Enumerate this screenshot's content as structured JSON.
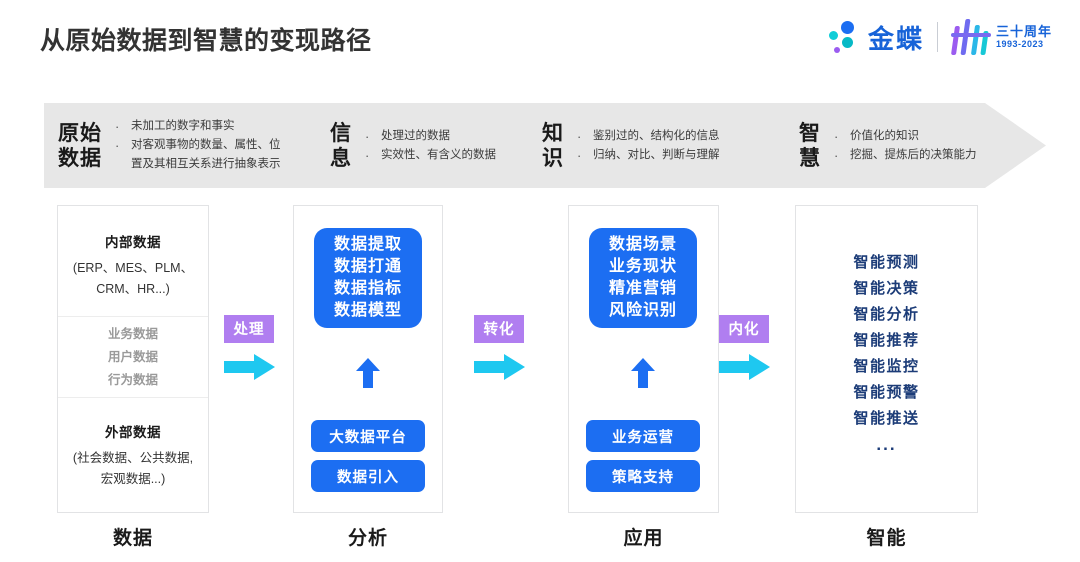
{
  "header": {
    "title": "从原始数据到智慧的变现路径",
    "brand_name": "金蝶",
    "anniversary_cn": "三十周年",
    "anniversary_years": "1993-2023",
    "accent_blue": "#1c6ef2",
    "accent_purple": "#b07ef0",
    "accent_cyan": "#1ec8f0"
  },
  "band": {
    "background": "#e7e7e7",
    "cells": [
      {
        "key": "原始\n数据",
        "bullets": [
          "未加工的数字和事实",
          "对客观事物的数量、属性、位\n置及其相互关系进行抽象表示"
        ]
      },
      {
        "key": "信\n息",
        "bullets": [
          "处理过的数据",
          "实效性、有含义的数据"
        ]
      },
      {
        "key": "知\n识",
        "bullets": [
          "鉴别过的、结构化的信息",
          "归纳、对比、判断与理解"
        ]
      },
      {
        "key": "智\n慧",
        "bullets": [
          "价值化的知识",
          "挖掘、提炼后的决策能力"
        ]
      }
    ],
    "bullet_glyph": "·"
  },
  "columns": {
    "data": {
      "label": "数据",
      "internal_title": "内部数据",
      "internal_sub": "(ERP、MES、PLM、\nCRM、HR...)",
      "middle_items": [
        "业务数据",
        "用户数据",
        "行为数据"
      ],
      "external_title": "外部数据",
      "external_sub": "(社会数据、公共数据,\n宏观数据...)"
    },
    "analysis": {
      "label": "分析",
      "card_lines": [
        "数据提取",
        "数据打通",
        "数据指标",
        "数据模型"
      ],
      "pills": [
        "大数据平台",
        "数据引入"
      ]
    },
    "application": {
      "label": "应用",
      "card_lines": [
        "数据场景",
        "业务现状",
        "精准营销",
        "风险识别"
      ],
      "pills": [
        "业务运营",
        "策略支持"
      ]
    },
    "intelligence": {
      "label": "智能",
      "items": [
        "智能预测",
        "智能决策",
        "智能分析",
        "智能推荐",
        "智能监控",
        "智能预警",
        "智能推送"
      ],
      "ellipsis": "..."
    }
  },
  "connectors": [
    {
      "label": "处理"
    },
    {
      "label": "转化"
    },
    {
      "label": "内化"
    }
  ]
}
